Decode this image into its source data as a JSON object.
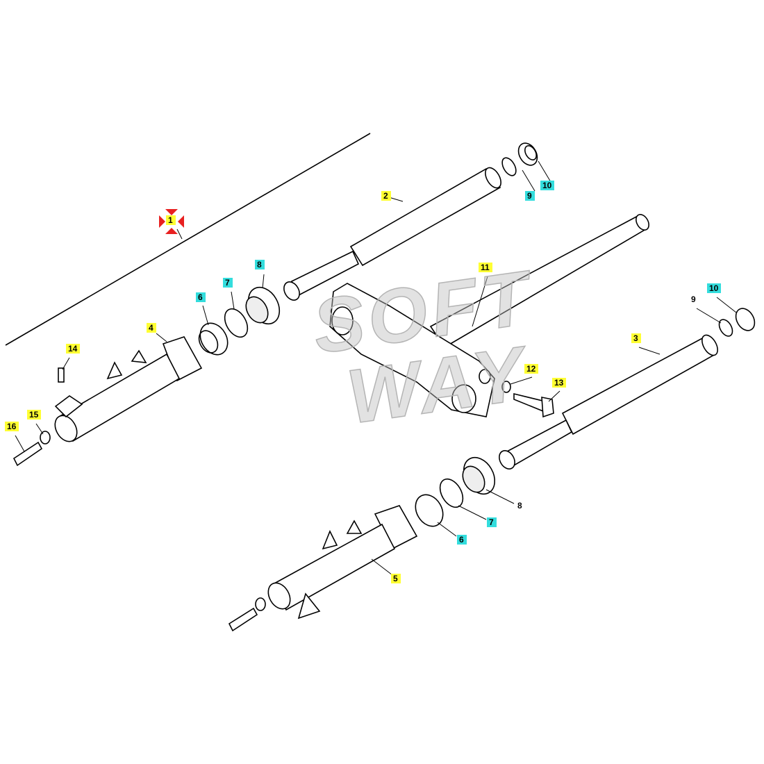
{
  "watermark": {
    "line1": "SOFT",
    "line2": "WAY"
  },
  "colors": {
    "highlight_yellow": "#ffff33",
    "highlight_cyan": "#33dddd",
    "marker_red": "#e82020"
  },
  "callouts": [
    {
      "id": "1",
      "part": "1",
      "style": "y",
      "selected": true
    },
    {
      "id": "2",
      "part": "2",
      "style": "y"
    },
    {
      "id": "3",
      "part": "3",
      "style": "y"
    },
    {
      "id": "4",
      "part": "4",
      "style": "y"
    },
    {
      "id": "5",
      "part": "5",
      "style": "y"
    },
    {
      "id": "6a",
      "part": "6",
      "style": "c"
    },
    {
      "id": "6b",
      "part": "6",
      "style": "c"
    },
    {
      "id": "7a",
      "part": "7",
      "style": "c"
    },
    {
      "id": "7b",
      "part": "7",
      "style": "c"
    },
    {
      "id": "8a",
      "part": "8",
      "style": "c"
    },
    {
      "id": "8b",
      "part": "8",
      "style": "n"
    },
    {
      "id": "9a",
      "part": "9",
      "style": "c"
    },
    {
      "id": "9b",
      "part": "9",
      "style": "n"
    },
    {
      "id": "10a",
      "part": "10",
      "style": "c"
    },
    {
      "id": "10b",
      "part": "10",
      "style": "c"
    },
    {
      "id": "11",
      "part": "11",
      "style": "y"
    },
    {
      "id": "12",
      "part": "12",
      "style": "y"
    },
    {
      "id": "13",
      "part": "13",
      "style": "y"
    },
    {
      "id": "14",
      "part": "14",
      "style": "y"
    },
    {
      "id": "15",
      "part": "15",
      "style": "y"
    },
    {
      "id": "16",
      "part": "16",
      "style": "y"
    }
  ]
}
